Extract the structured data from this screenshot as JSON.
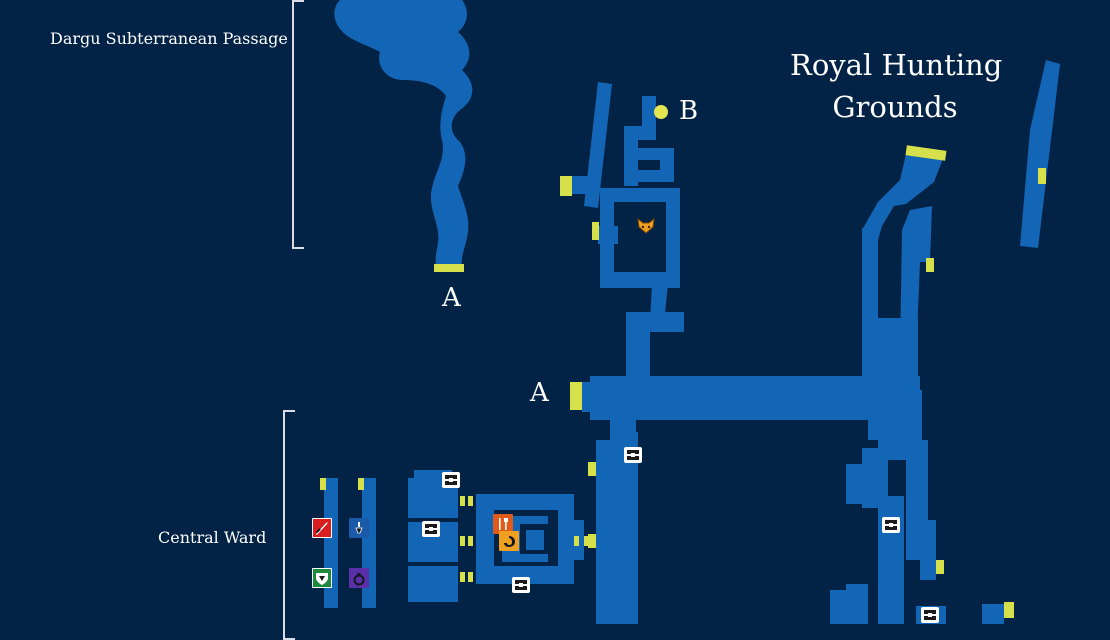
{
  "labels": {
    "dargu": "Dargu Subterranean Passage",
    "royal_line1": "Royal Hunting",
    "royal_line2": "Grounds",
    "central": "Central Ward",
    "marker_a_top": "A",
    "marker_a_mid": "A",
    "marker_b": "B"
  },
  "colors": {
    "background": "#022345",
    "walkway": "#1266b5",
    "door": "#d6e04a",
    "marker_dot": "#e3e651",
    "text": "#ffffff"
  },
  "icons": {
    "chest": "treasure-chest-icon",
    "fox": "fox-head-icon",
    "weapon_shop": "sword-shop-icon",
    "item_shop": "potion-shop-icon",
    "armor_shop": "shield-shop-icon",
    "accessory_shop": "ring-shop-icon",
    "inn": "inn-food-icon",
    "save": "save-point-icon"
  }
}
